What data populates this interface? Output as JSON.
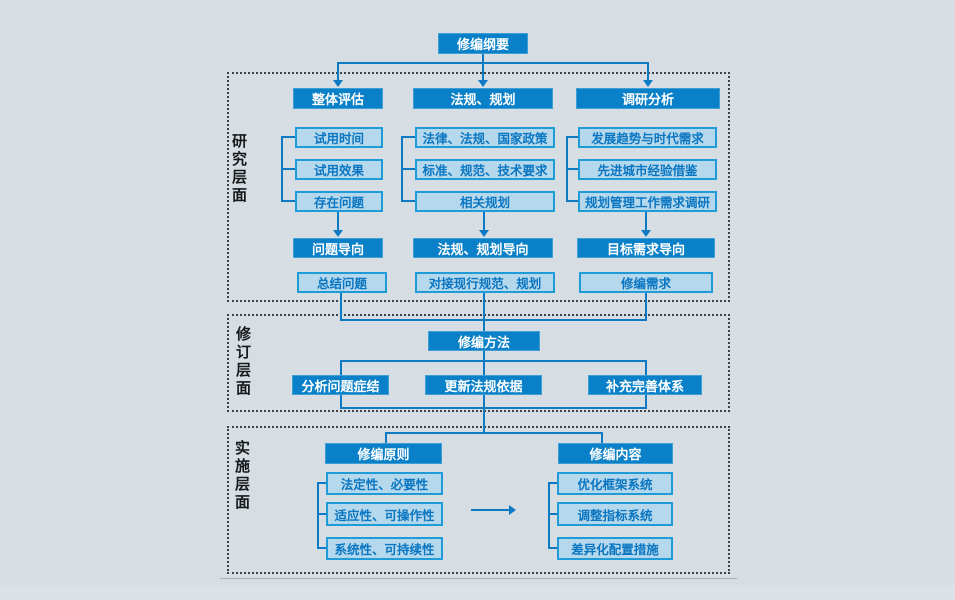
{
  "page": {
    "title": "修编纲要"
  },
  "sections": {
    "research": {
      "label": "研究层面",
      "columns": [
        {
          "header": "整体评估",
          "items": [
            "试用时间",
            "试用效果",
            "存在问题"
          ],
          "orientation": "问题导向",
          "output": "总结问题"
        },
        {
          "header": "法规、规划",
          "items": [
            "法律、法规、国家政策",
            "标准、规范、技术要求",
            "相关规划"
          ],
          "orientation": "法规、规划导向",
          "output": "对接现行规范、规划"
        },
        {
          "header": "调研分析",
          "items": [
            "发展趋势与时代需求",
            "先进城市经验借鉴",
            "规划管理工作需求调研"
          ],
          "orientation": "目标需求导向",
          "output": "修编需求"
        }
      ]
    },
    "revision": {
      "label": "修订层面",
      "method": "修编方法",
      "items": [
        "分析问题症结",
        "更新法规依据",
        "补充完善体系"
      ]
    },
    "implementation": {
      "label": "实施层面",
      "groups": [
        {
          "header": "修编原则",
          "items": [
            "法定性、必要性",
            "适应性、可操作性",
            "系统性、可持续性"
          ]
        },
        {
          "header": "修编内容",
          "items": [
            "优化框架系统",
            "调整指标系统",
            "差异化配置措施"
          ]
        }
      ]
    }
  },
  "colors": {
    "background": "#d6dee3",
    "solid_box": "#0a80c8",
    "light_box_fill": "#b5d8ec",
    "light_box_border": "#1f9cd8",
    "blue_text": "#0a76c2",
    "connector": "#0f7ac4",
    "frame_dash": "#3c4247"
  }
}
